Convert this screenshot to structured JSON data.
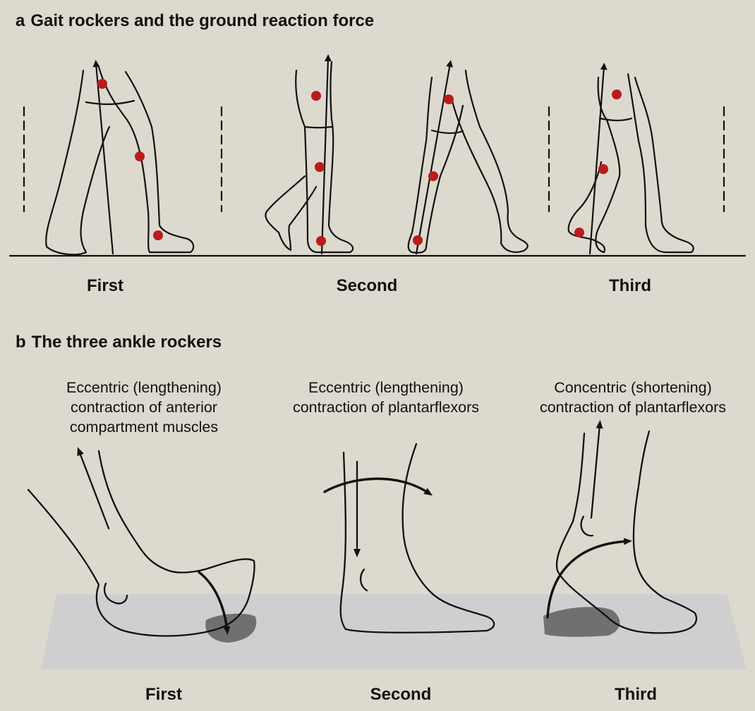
{
  "panel_a": {
    "letter": "a",
    "title": "Gait rockers and the ground reaction force",
    "labels": [
      "First",
      "Second",
      "Third"
    ]
  },
  "panel_b": {
    "letter": "b",
    "title": "The three ankle rockers",
    "captions": [
      [
        "Eccentric (lengthening)",
        "contraction of anterior",
        "compartment muscles"
      ],
      [
        "Eccentric (lengthening)",
        "contraction of plantarflexors"
      ],
      [
        "Concentric (shortening)",
        "contraction of plantarflexors"
      ]
    ],
    "labels": [
      "First",
      "Second",
      "Third"
    ]
  },
  "colors": {
    "background": "#ddd9ce",
    "ink": "#111111",
    "joint_dot": "#b81c1c",
    "floor": "#cfcfcf",
    "contact_shadow": "#707070"
  }
}
